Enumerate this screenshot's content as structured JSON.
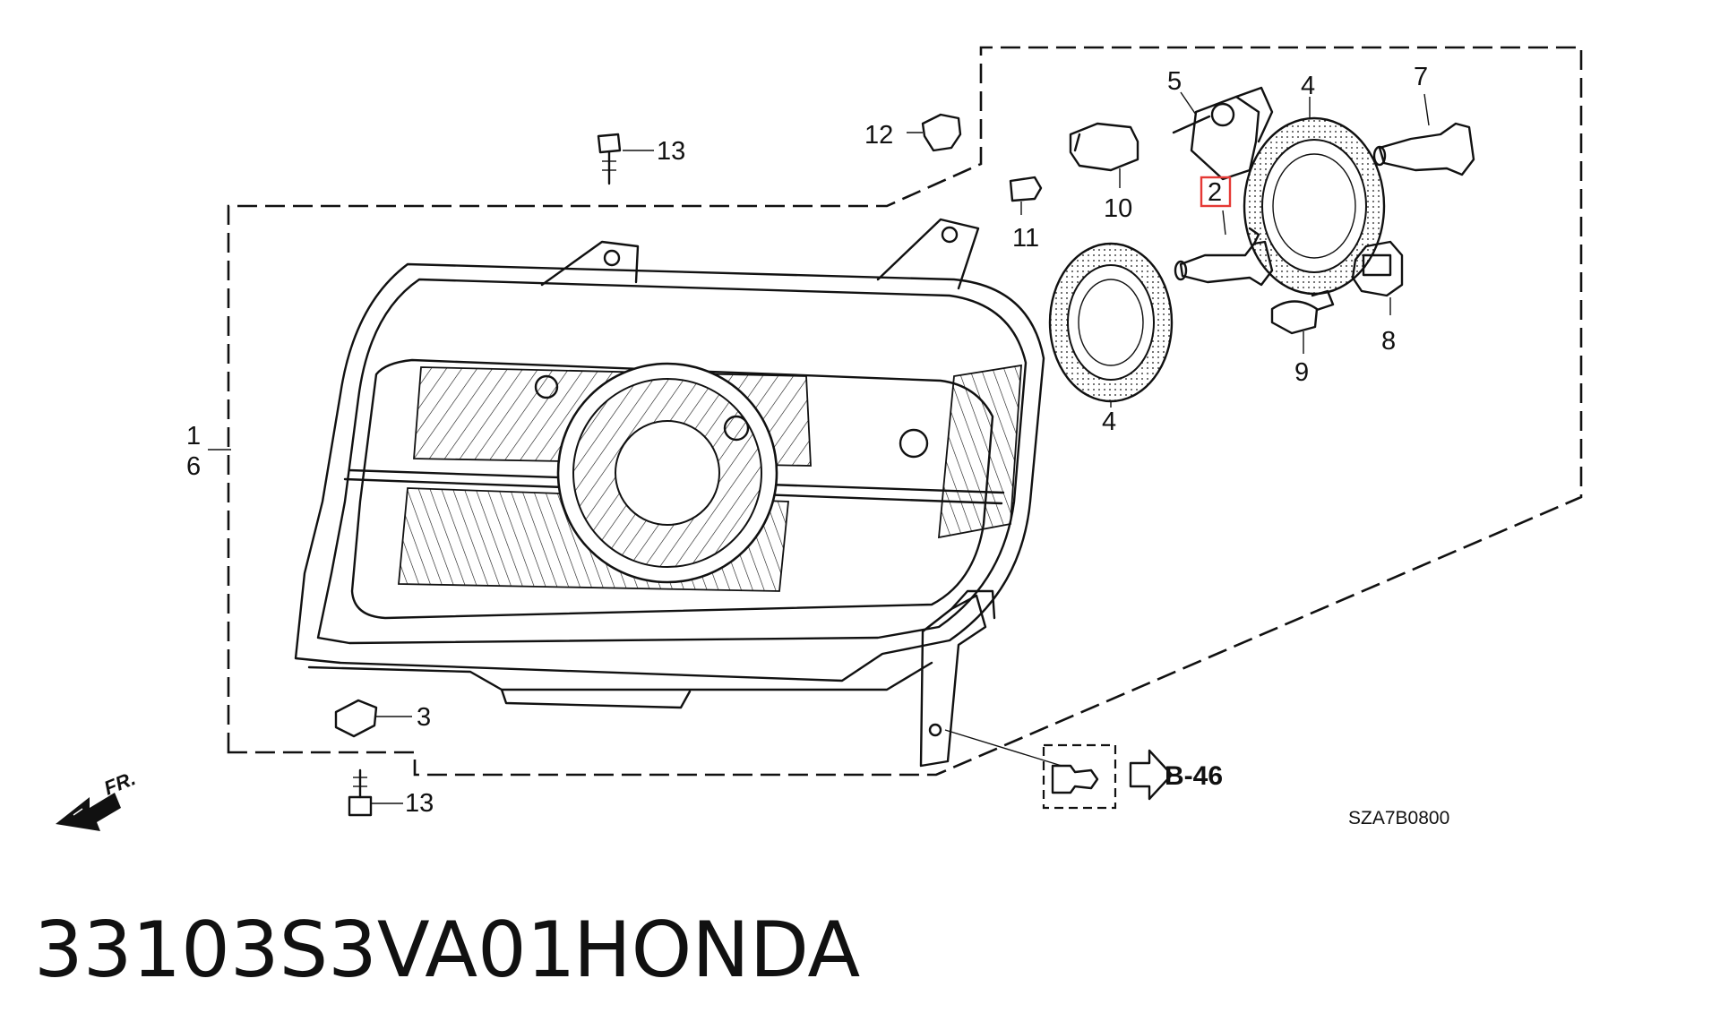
{
  "diagram": {
    "callouts": [
      "1",
      "6",
      "2",
      "3",
      "4",
      "4",
      "5",
      "7",
      "8",
      "9",
      "10",
      "11",
      "12",
      "13",
      "13"
    ],
    "highlighted_callout": "2",
    "highlight_color": "#e53935",
    "reference": "B-46",
    "diagram_code": "SZA7B0800",
    "direction_label": "FR."
  },
  "footer": {
    "part_number": "33103S3VA01",
    "brand": "HONDA"
  }
}
